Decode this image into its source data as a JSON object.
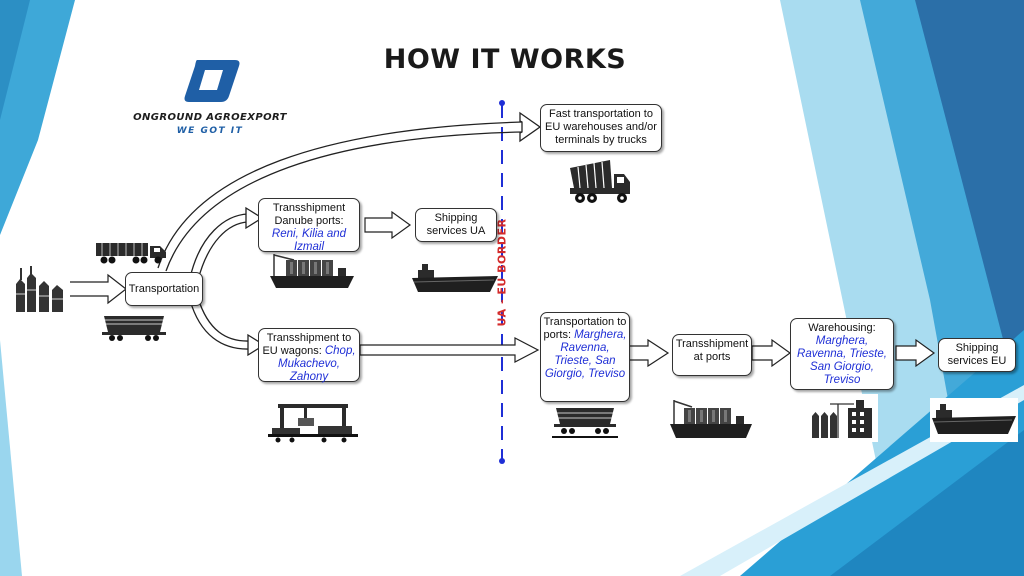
{
  "title": "HOW IT WORKS",
  "logo": {
    "name": "ONGROUND AGROEXPORT",
    "tagline": "WE GOT IT"
  },
  "border_label": "UA - EU BORDER",
  "nodes": {
    "transportation": "Transportation",
    "fast_truck": "Fast transportation  to EU warehouses and/or terminals by trucks",
    "danube_prefix": "Transshipment Danube ports: ",
    "danube_ports": "Reni, Kilia and Izmail",
    "shipping_ua": "Shipping services UA",
    "eu_wagons_prefix": "Transshipment to EU wagons: ",
    "eu_wagons_places": "Chop, Mukachevo, Zahony",
    "ports_transport_prefix": "Transportation to ports: ",
    "ports_transport_places": "Marghera, Ravenna, Trieste, San Giorgio, Treviso",
    "transshipment_ports": "Transshipment at ports",
    "warehousing_prefix": "Warehousing: ",
    "warehousing_places": "Marghera, Ravenna, Trieste, San Giorgio, Treviso",
    "shipping_eu": "Shipping services EU"
  },
  "colors": {
    "accent_blue": "#1f2fd6",
    "border_red": "#d42a2a",
    "border_line": "#1f2fd6",
    "logo_blue": "#1f5fa6"
  },
  "icons": [
    "grain-silos-icon",
    "grain-truck-icon",
    "hopper-wagon-icon",
    "dump-truck-icon",
    "river-port-icon",
    "cargo-ship-icon",
    "gantry-crane-icon",
    "port-terminal-icon",
    "warehouse-icon",
    "sea-ship-icon"
  ]
}
